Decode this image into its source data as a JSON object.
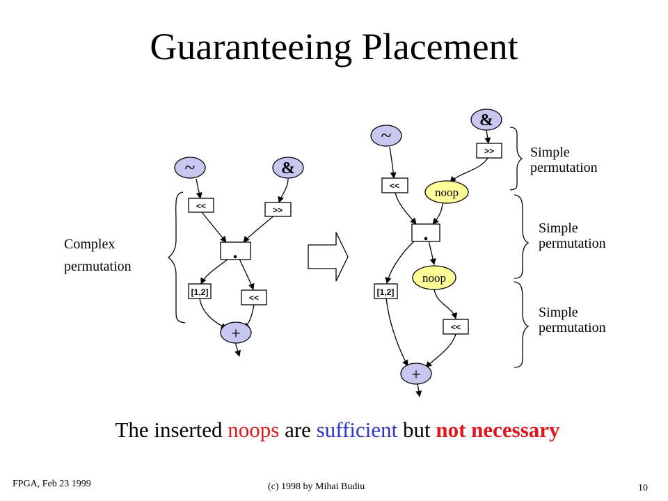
{
  "slide": {
    "title": "Guaranteeing Placement",
    "caption": {
      "part1": "The inserted ",
      "part2": "noops",
      "part3": " are ",
      "part4": "sufficient",
      "part5": " but ",
      "part6": "not necessary"
    },
    "footer_left": "FPGA, Feb 23 1999",
    "footer_center": "(c) 1998 by Mihai Budiu",
    "page_number": "10"
  },
  "left_graph": {
    "label_line1": "Complex",
    "label_line2": "permutation",
    "tilde": "~",
    "amp": "&",
    "shl": "<<",
    "shr": ">>",
    "dot": ".",
    "slice": "[1,2]",
    "shl2": "<<",
    "plus": "+"
  },
  "right_graph": {
    "amp": "&",
    "tilde": "~",
    "shr": ">>",
    "shl": "<<",
    "noop1": "noop",
    "dot": ".",
    "noop2": "noop",
    "slice": "[1,2]",
    "shl2": "<<",
    "plus": "+",
    "brace1_line1": "Simple",
    "brace1_line2": "permutation",
    "brace2_line1": "Simple",
    "brace2_line2": "permutation",
    "brace3_line1": "Simple",
    "brace3_line2": "permutation"
  },
  "colors": {
    "op_node_fill": "#c7c7f2",
    "noop_fill": "#ffff99",
    "caption_red": "#e0161d",
    "caption_blue": "#2c34c8"
  }
}
